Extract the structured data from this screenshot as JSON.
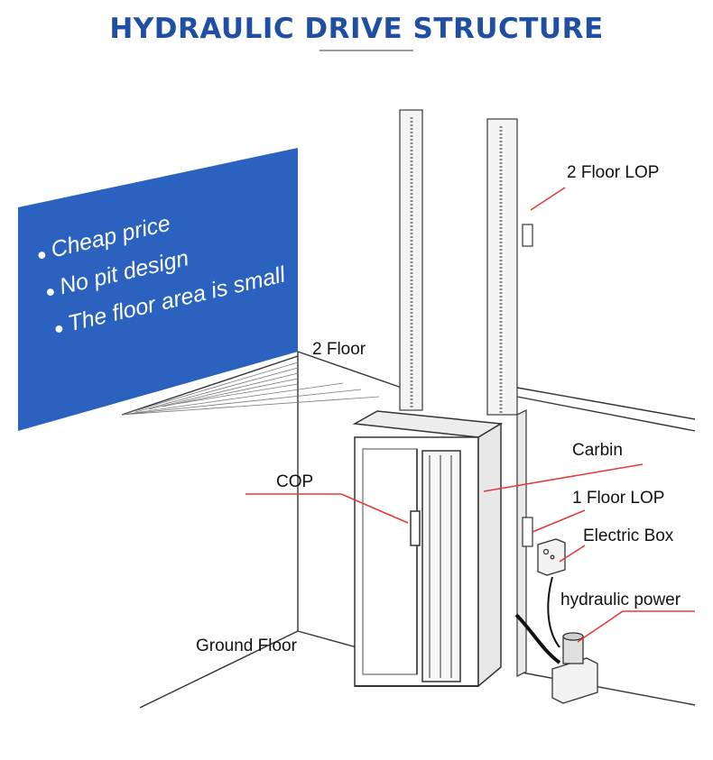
{
  "title": "HYDRAULIC DRIVE STRUCTURE",
  "features": [
    "Cheap price",
    "No pit design",
    "The floor area is small"
  ],
  "labels": {
    "floor2_lop": "2 Floor LOP",
    "floor2": "2 Floor",
    "carbin": "Carbin",
    "cop": "COP",
    "floor1_lop": "1 Floor LOP",
    "electric_box": "Electric Box",
    "hydraulic_power": "hydraulic power",
    "ground_floor": "Ground Floor"
  },
  "colors": {
    "title": "#1f4fa3",
    "banner": "#2b62c0",
    "leader": "#e23a3a"
  }
}
